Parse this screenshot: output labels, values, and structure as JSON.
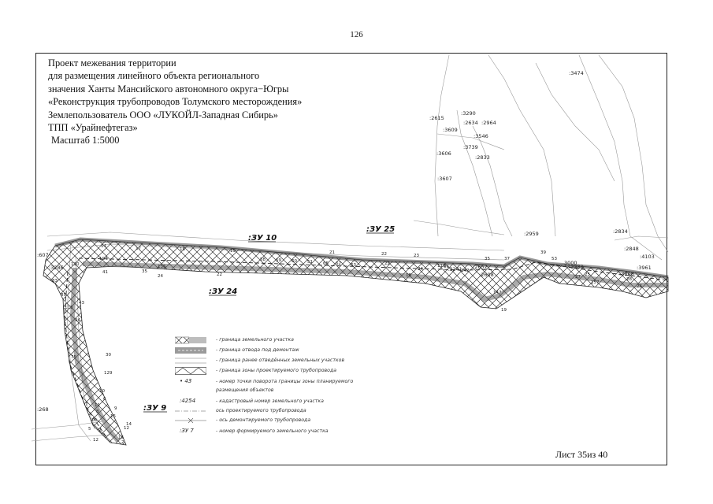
{
  "page": {
    "number": "126",
    "sheet_label": "Лист 35из 40"
  },
  "title": {
    "lines": [
      "Проект межевания территории",
      "для размещения линейного объекта регионального",
      "значения Ханты Мансийского автономного округа−Югры",
      "«Реконструкция трубопроводов Толумского месторождения»",
      "Землепользователь ООО «ЛУКОЙЛ-Западная Сибирь»",
      "ТПП «Урайнефтегаз»",
      "Масштаб 1:5000"
    ]
  },
  "zones": {
    "zu10": ":ЗУ 10",
    "zu25": ":ЗУ 25",
    "zu24": ":ЗУ 24",
    "zu9": ":ЗУ 9"
  },
  "parcels": {
    "p3474": ":3474",
    "p3290": ":3290",
    "p2615": ":2615",
    "p2634": ":2634",
    "p2964": ":2964",
    "p3609": ":3609",
    "p3546": ":3546",
    "p3739": ":3739",
    "p3606": ":3606",
    "p2833": ":2833",
    "p3607": ":3607",
    "p2959": ":2959",
    "p2834": ":2834",
    "p2848": ":2848",
    "p4103": ":4103",
    "p3961": ":3961",
    "p3808": ":3808",
    "p3380": ":3380",
    "p2652": ":2652",
    "p2608": ":2608",
    "p3241": ":3241",
    "p3000": "3000",
    "p607": ":607",
    "p3286": ":3286",
    "p268": ":268"
  },
  "points": [
    "14",
    "17",
    "16",
    "19",
    "21",
    "22",
    "23",
    "104",
    "136",
    "41",
    "35",
    "24",
    "58",
    "59",
    "60",
    "51",
    "65",
    "62",
    "63",
    "22",
    "24",
    "22",
    "18",
    "113",
    "96",
    "142",
    "35",
    "37",
    "53",
    "39",
    "28",
    "157",
    "26",
    "27",
    "25",
    "147",
    "19",
    "110",
    "83",
    "85",
    "43",
    "94",
    "113",
    "75",
    "30",
    "129",
    "8",
    "16",
    "6",
    "10",
    "12",
    "16",
    "2",
    "15",
    "2",
    "9",
    "11",
    "7",
    "12",
    "14",
    "5"
  ],
  "legend": {
    "items": [
      "- граница земельного участка",
      "- граница отвода под демонтаж",
      "- граница ранее отведённых земельных участков",
      "- граница зоны проектируемого трубопровода",
      "- номер точки поворота границы зоны планируемого",
      "размещения объектов",
      "- кадастровый номер земельного участка",
      "ось проектируемого трубопровода",
      "- ось демонтируемого трубопровода",
      "- номер формируемого земельного участка"
    ],
    "symbols": {
      "point": "• 43",
      "cadastral": ":4254",
      "zu": ":ЗУ 7"
    }
  }
}
